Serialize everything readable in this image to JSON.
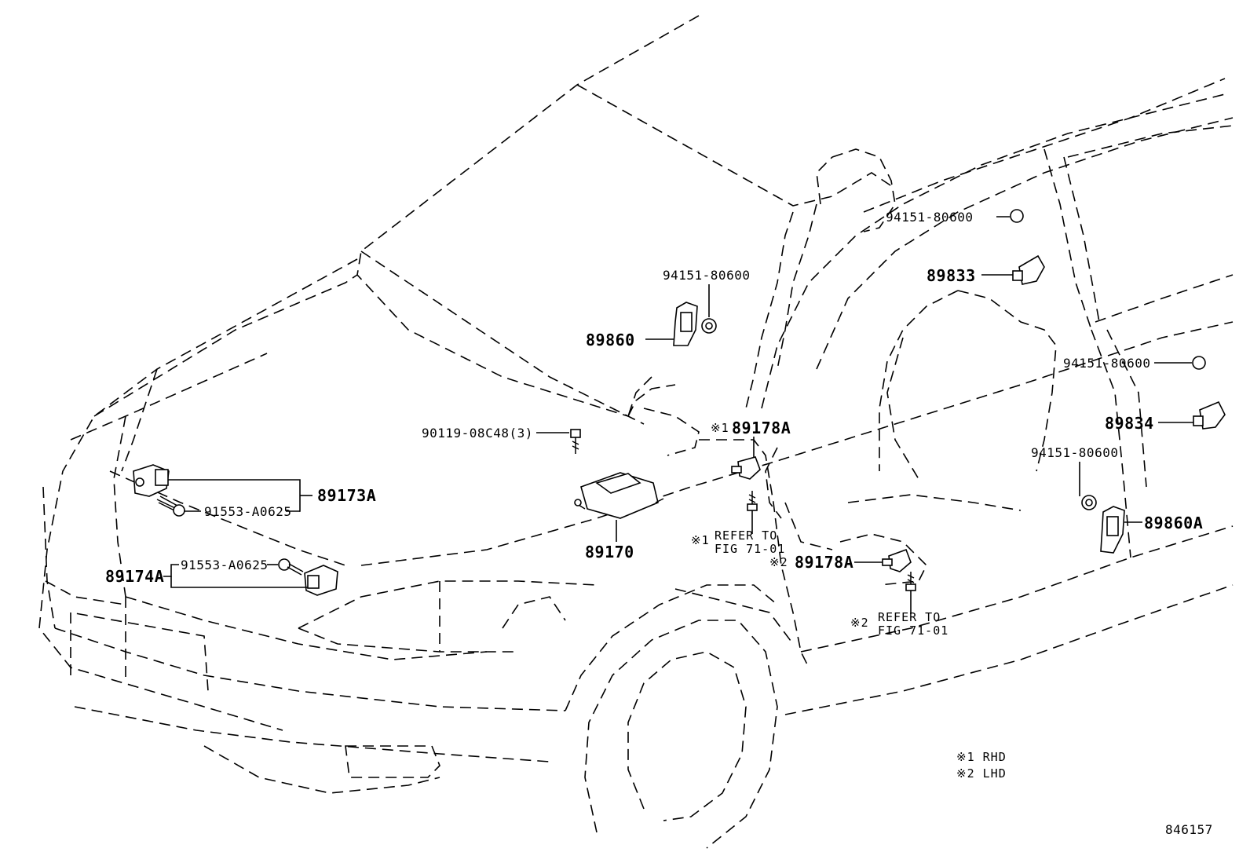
{
  "diagram_id": "846157",
  "labels": {
    "p94151_a": "94151-80600",
    "p94151_b": "94151-80600",
    "p94151_c": "94151-80600",
    "p94151_d": "94151-80600",
    "p89860": "89860",
    "p89833": "89833",
    "p89834": "89834",
    "p89860a": "89860A",
    "p90119": "90119-08C48(3)",
    "p89178a_1": "89178A",
    "p89178a_2": "89178A",
    "p89173a": "89173A",
    "p91553_a": "91553-A0625",
    "p91553_b": "91553-A0625",
    "p89174a": "89174A",
    "p89170": "89170",
    "mark1": "※1",
    "mark2": "※2",
    "refer_to": "REFER TO",
    "fig_ref_1": "FIG 71-01",
    "fig_ref_2": "FIG 71-01",
    "legend_rhd": "※1 RHD",
    "legend_lhd": "※2 LHD"
  }
}
